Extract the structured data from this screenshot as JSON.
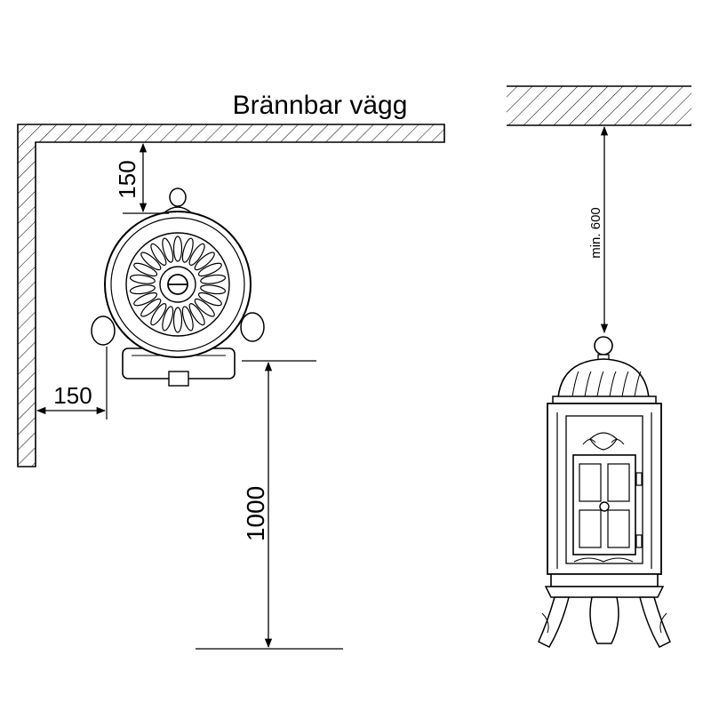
{
  "diagram": {
    "title": "Brännbar vägg",
    "dimensions": {
      "back_wall_clearance": "150",
      "side_wall_clearance": "150",
      "front_clearance": "1000",
      "ceiling_clearance": "min. 600"
    }
  }
}
